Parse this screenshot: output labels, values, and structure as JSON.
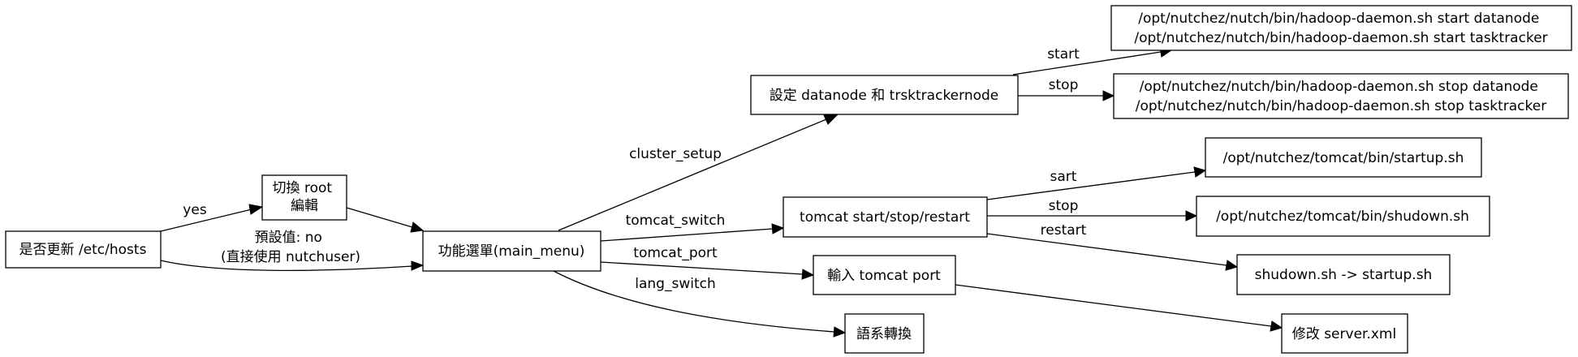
{
  "nodes": {
    "hosts": [
      "是否更新 /etc/hosts"
    ],
    "root": [
      "切換 root",
      "編輯"
    ],
    "main_menu": [
      "功能選單(main_menu)"
    ],
    "datanode": [
      "設定 datanode 和 trsktrackernode"
    ],
    "start_cmd": [
      "/opt/nutchez/nutch/bin/hadoop-daemon.sh start datanode",
      "/opt/nutchez/nutch/bin/hadoop-daemon.sh start tasktracker"
    ],
    "stop_cmd": [
      "/opt/nutchez/nutch/bin/hadoop-daemon.sh stop datanode",
      "/opt/nutchez/nutch/bin/hadoop-daemon.sh stop tasktracker"
    ],
    "tomcat_ssr": [
      "tomcat start/stop/restart"
    ],
    "startup": [
      "/opt/nutchez/tomcat/bin/startup.sh"
    ],
    "shudown": [
      "/opt/nutchez/tomcat/bin/shudown.sh"
    ],
    "restart_seq": [
      "shudown.sh -> startup.sh"
    ],
    "tomcat_port": [
      "輸入 tomcat port"
    ],
    "server_xml": [
      "修改 server.xml"
    ],
    "lang": [
      "語系轉換"
    ]
  },
  "edges": {
    "yes": [
      "yes"
    ],
    "default_no": [
      "預設值:  no",
      "(直接使用 nutchuser)"
    ],
    "cluster_setup": [
      "cluster_setup"
    ],
    "tomcat_switch": [
      "tomcat_switch"
    ],
    "tomcat_port": [
      "tomcat_port"
    ],
    "lang_switch": [
      "lang_switch"
    ],
    "start": [
      "start"
    ],
    "stop_hadoop": [
      "stop"
    ],
    "sart": [
      "sart"
    ],
    "stop_tomcat": [
      "stop"
    ],
    "restart": [
      "restart"
    ]
  }
}
